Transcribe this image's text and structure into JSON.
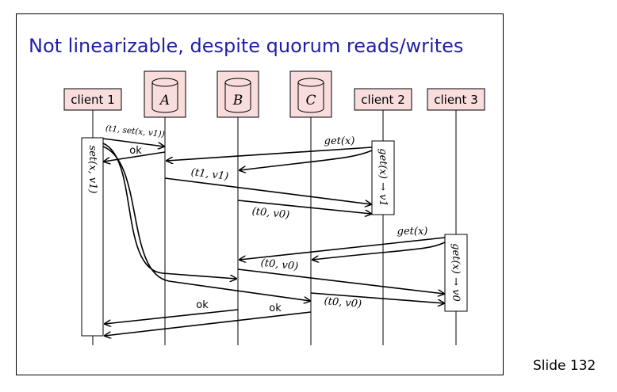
{
  "slide": {
    "title": "Not linearizable, despite quorum reads/writes",
    "number_label": "Slide 132"
  },
  "actors": {
    "client1": "client 1",
    "replica_a": "A",
    "replica_b": "B",
    "replica_c": "C",
    "client2": "client 2",
    "client3": "client 3"
  },
  "messages": {
    "set_request": "(t1, set(x, v1))",
    "ok_a": "ok",
    "get_x_2": "get(x)",
    "resp_a_to_c2": "(t1, v1)",
    "resp_b_to_c2": "(t0, v0)",
    "get_x_3": "get(x)",
    "resp_b_to_c3": "(t0, v0)",
    "resp_c_to_c3": "(t0, v0)",
    "ok_b": "ok",
    "ok_c": "ok"
  },
  "activations": {
    "client1": "set(x, v1)",
    "client2": "get(x) → v1",
    "client3": "get(x) → v0"
  },
  "colors": {
    "title": "#1f1fa8",
    "actor_fill": "#f9dcdc",
    "line": "#000000"
  }
}
